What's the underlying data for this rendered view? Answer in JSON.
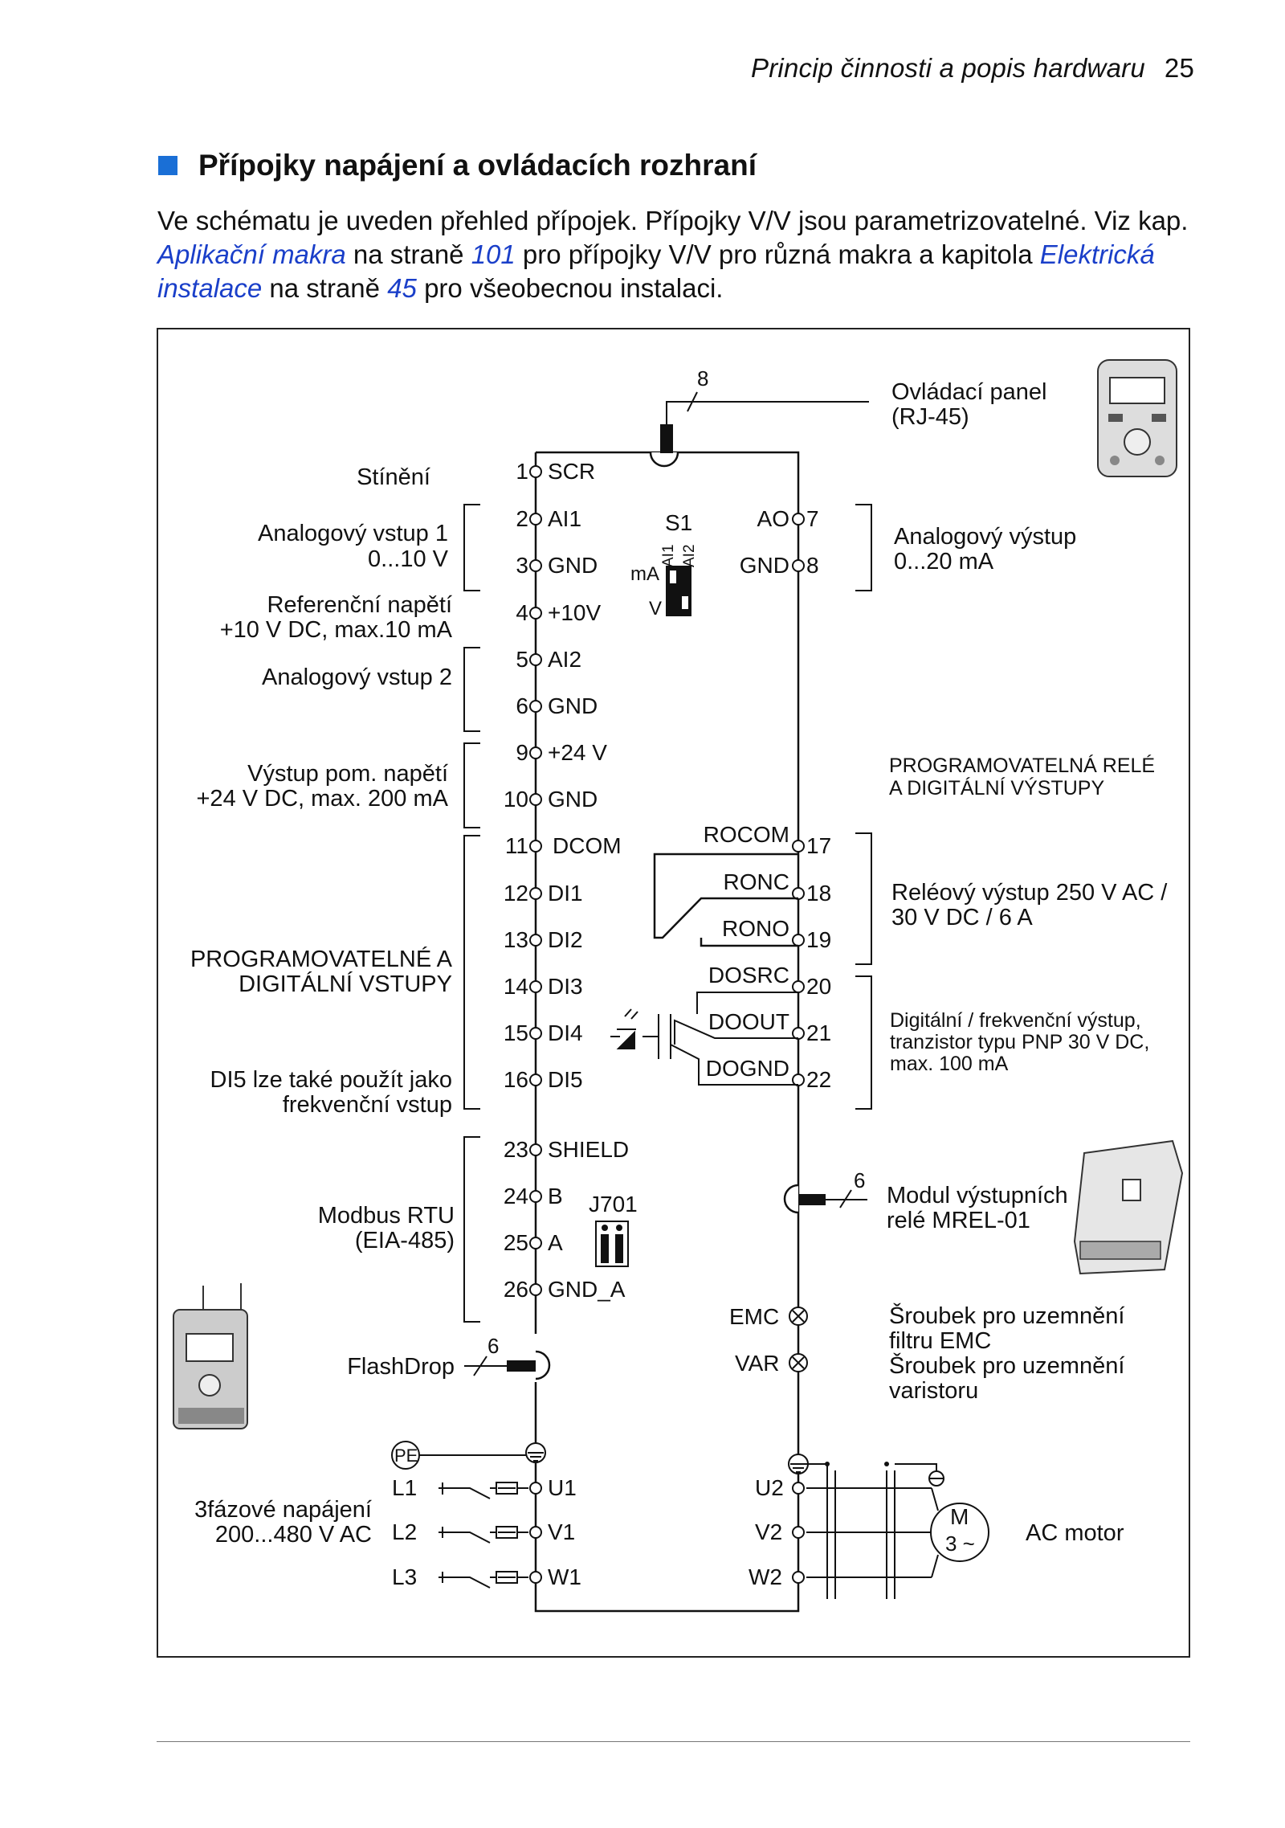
{
  "header": {
    "title": "Princip činnosti a popis hardwaru",
    "page": "25"
  },
  "section": {
    "title": "Přípojky napájení a ovládacích rozhraní"
  },
  "intro": {
    "t1": "Ve schématu je uveden přehled přípojek. Přípojky V/V jsou parametrizovatelné. Viz kap. ",
    "link1": "Aplikační makra",
    "t2": " na straně ",
    "page1": "101",
    "t3": " pro přípojky V/V pro různá makra a kapitola ",
    "link2": "Elektrická instalace",
    "t4": " na straně ",
    "page2": "45",
    "t5": " pro všeobecnou instalaci."
  },
  "diagram": {
    "left_labels": {
      "shield": "Stínění",
      "ai1_a": "Analogový vstup 1",
      "ai1_b": "0...10 V",
      "ref_a": "Referenční napětí",
      "ref_b": "+10 V DC, max.10 mA",
      "ai2": "Analogový vstup 2",
      "aux_a": "Výstup pom. napětí",
      "aux_b": "+24 V DC, max. 200 mA",
      "di_a": "PROGRAMOVATELNÉ A",
      "di_b": "DIGITÁLNÍ VSTUPY",
      "di5_a": "DI5 lze také použít jako",
      "di5_b": "frekvenční vstup",
      "modbus_a": "Modbus RTU",
      "modbus_b": "(EIA-485)",
      "flashdrop": "FlashDrop",
      "supply_a": "3fázové napájení",
      "supply_b": "200...480 V AC"
    },
    "terminals_left": [
      {
        "n": "1",
        "name": "SCR"
      },
      {
        "n": "2",
        "name": "AI1"
      },
      {
        "n": "3",
        "name": "GND"
      },
      {
        "n": "4",
        "name": "+10V"
      },
      {
        "n": "5",
        "name": "AI2"
      },
      {
        "n": "6",
        "name": "GND"
      },
      {
        "n": "9",
        "name": "+24 V"
      },
      {
        "n": "10",
        "name": "GND"
      },
      {
        "n": "11",
        "name": "DCOM"
      },
      {
        "n": "12",
        "name": "DI1"
      },
      {
        "n": "13",
        "name": "DI2"
      },
      {
        "n": "14",
        "name": "DI3"
      },
      {
        "n": "15",
        "name": "DI4"
      },
      {
        "n": "16",
        "name": "DI5"
      },
      {
        "n": "23",
        "name": "SHIELD"
      },
      {
        "n": "24",
        "name": "B"
      },
      {
        "n": "25",
        "name": "A"
      },
      {
        "n": "26",
        "name": "GND_A"
      }
    ],
    "terminals_right": [
      {
        "n": "7",
        "name": "AO"
      },
      {
        "n": "8",
        "name": "GND"
      },
      {
        "n": "17",
        "name": "ROCOM"
      },
      {
        "n": "18",
        "name": "RONC"
      },
      {
        "n": "19",
        "name": "RONO"
      },
      {
        "n": "20",
        "name": "DOSRC"
      },
      {
        "n": "21",
        "name": "DOOUT"
      },
      {
        "n": "22",
        "name": "DOGND"
      }
    ],
    "switch_s1": {
      "label": "S1",
      "ai1": "AI1",
      "ai2": "AI2",
      "ma": "mA",
      "v": "V"
    },
    "switch_j701": "J701",
    "cable_counts": {
      "panel": "8",
      "relay": "6",
      "flashdrop": "6"
    },
    "right_labels": {
      "panel_a": "Ovládací panel",
      "panel_b": "(RJ-45)",
      "ao_a": "Analogový výstup",
      "ao_b": "0...20 mA",
      "prog_a": "PROGRAMOVATELNÁ RELÉ",
      "prog_b": "A DIGITÁLNÍ VÝSTUPY",
      "relay_a": "Reléový výstup 250 V AC /",
      "relay_b": "30 V DC / 6 A",
      "do_a": "Digitální / frekvenční výstup,",
      "do_b": "tranzistor typu PNP 30 V DC,",
      "do_c": "max. 100 mA",
      "mrel_a": "Modul výstupních",
      "mrel_b": "relé MREL-01",
      "emc_a": "Šroubek pro uzemnění",
      "emc_b": "filtru EMC",
      "var_a": "Šroubek pro uzemnění",
      "var_b": "varistoru"
    },
    "screws": {
      "emc": "EMC",
      "var": "VAR"
    },
    "power": {
      "pe": "PE",
      "l1": "L1",
      "l2": "L2",
      "l3": "L3",
      "u1": "U1",
      "v1": "V1",
      "w1": "W1",
      "u2": "U2",
      "v2": "V2",
      "w2": "W2",
      "motor_m": "M",
      "motor_3": "3 ~",
      "motor_label": "AC motor"
    }
  }
}
